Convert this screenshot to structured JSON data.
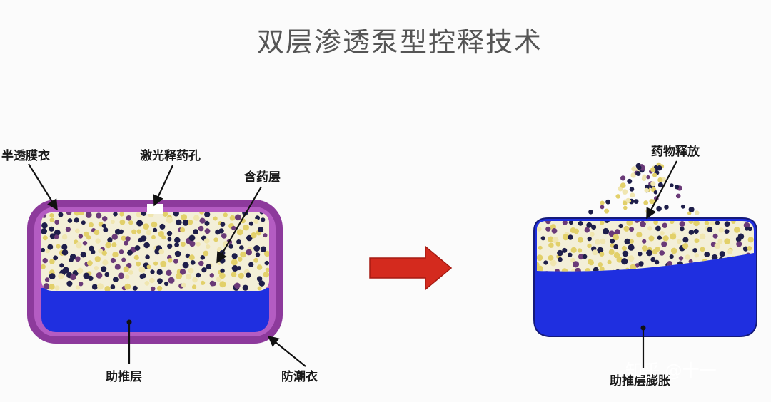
{
  "title": "双层渗透泵型控释技术",
  "labels": {
    "semipermeable_coat": "半透膜衣",
    "laser_hole": "激光释药孔",
    "drug_layer": "含药层",
    "push_layer": "助推层",
    "moisture_coat": "防潮衣",
    "drug_release": "药物释放",
    "push_layer_swell": "助推层膨胀"
  },
  "watermark": "知乎 @十一",
  "colors": {
    "coat_purple": "#8d3a9c",
    "push_blue": "#1f2fe0",
    "drug_fill": "#f3efd8",
    "arrow_red": "#d42a1e",
    "particle_dark": "#1e1e4a",
    "particle_purple": "#6a3a78",
    "particle_yellow": "#e2d06a",
    "particle_cream": "#f0e6b0"
  },
  "icons": {
    "process_arrow": "right-arrow-icon"
  }
}
